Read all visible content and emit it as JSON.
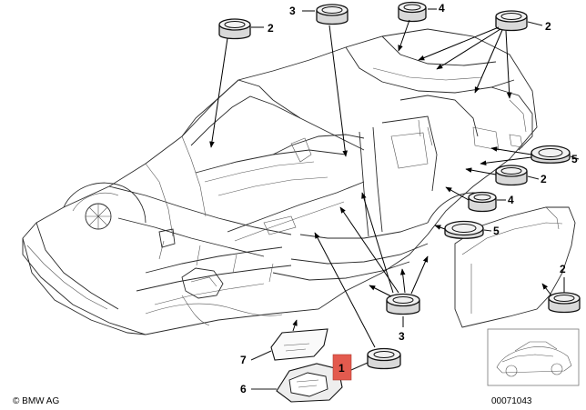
{
  "diagram": {
    "callouts": {
      "c1": "1",
      "c2a": "2",
      "c2b": "2",
      "c2c": "2",
      "c2d": "2",
      "c3a": "3",
      "c3b": "3",
      "c4a": "4",
      "c4b": "4",
      "c5a": "5",
      "c5b": "5",
      "c6": "6",
      "c7": "7"
    },
    "copyright": "© BMW AG",
    "catalog_number": "00071043",
    "colors": {
      "highlight": "#e35a4e",
      "lines": "#1a1a1a",
      "background": "#ffffff"
    }
  }
}
